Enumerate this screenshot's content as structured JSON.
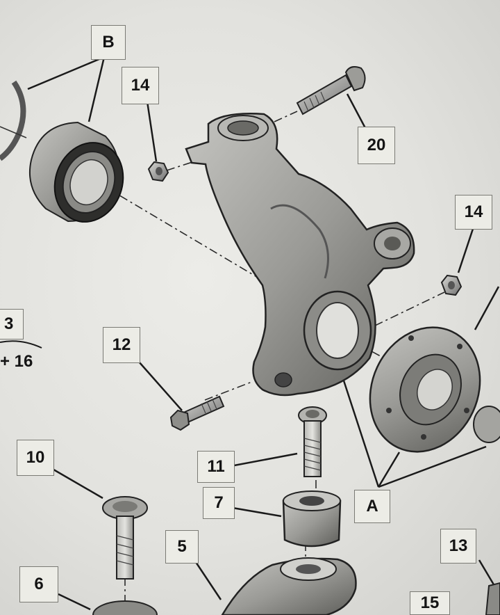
{
  "callouts": {
    "b": "B",
    "c14_top": "14",
    "c20": "20",
    "c14_right": "14",
    "c12": "12",
    "c10": "10",
    "c11": "11",
    "c7": "7",
    "a": "A",
    "c5": "5",
    "c13": "13",
    "c6": "6",
    "c15": "15"
  },
  "edge_labels": {
    "left_top": "3",
    "left_bottom": "+ 16"
  }
}
